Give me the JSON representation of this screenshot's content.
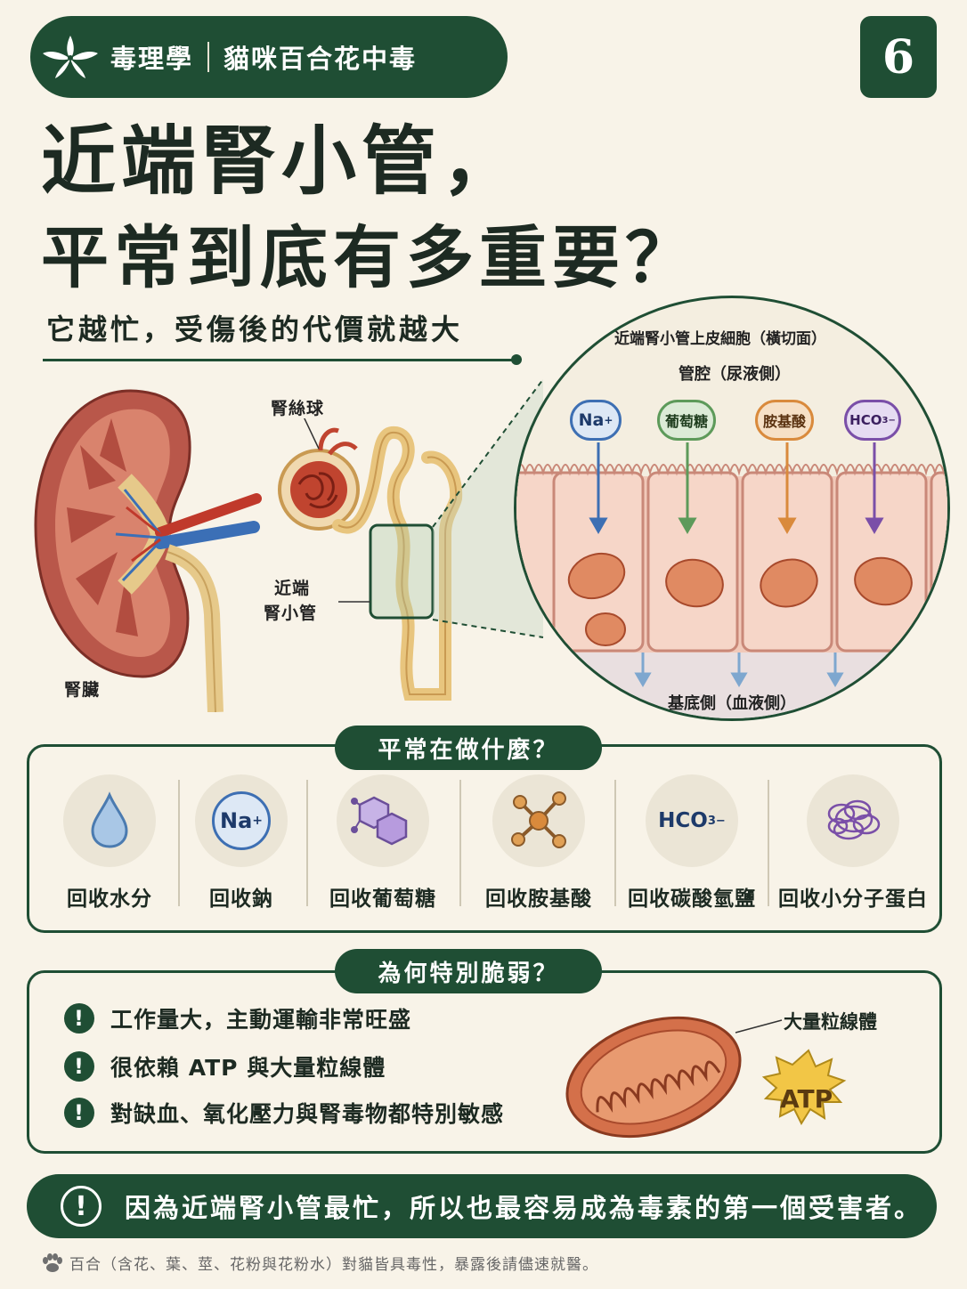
{
  "header": {
    "category": "毒理學",
    "topic": "貓咪百合花中毒",
    "page_number": "6"
  },
  "title": {
    "line1": "近端腎小管，",
    "line2": "平常到底有多重要？",
    "subtitle": "它越忙，受傷後的代價就越大"
  },
  "illustration": {
    "kidney_label": "腎臟",
    "glomerulus_label": "腎絲球",
    "proximal_tubule_label_1": "近端",
    "proximal_tubule_label_2": "腎小管"
  },
  "detail": {
    "title": "近端腎小管上皮細胞（橫切面）",
    "lumen_label": "管腔（尿液側）",
    "basal_label": "基底側（血液側）",
    "substances": [
      {
        "label": "Na",
        "sup": "+",
        "color": "#3d6fb3"
      },
      {
        "label": "葡萄糖",
        "color": "#5d9a5a"
      },
      {
        "label": "胺基酸",
        "color": "#d98a3c"
      },
      {
        "label": "HCO",
        "sub": "3",
        "sup": "−",
        "color": "#7a4fa8"
      }
    ]
  },
  "functions": {
    "heading": "平常在做什麼？",
    "items": [
      {
        "label": "回收水分",
        "icon": "water-drop-icon"
      },
      {
        "label": "回收鈉",
        "icon": "sodium-icon",
        "icon_text": "Na",
        "icon_sup": "+"
      },
      {
        "label": "回收葡萄糖",
        "icon": "glucose-molecule-icon"
      },
      {
        "label": "回收胺基酸",
        "icon": "amino-acid-molecule-icon"
      },
      {
        "label": "回收碳酸氫鹽",
        "icon": "bicarbonate-icon",
        "icon_text": "HCO",
        "icon_sub": "3",
        "icon_sup": "−"
      },
      {
        "label": "回收小分子蛋白",
        "icon": "protein-coil-icon"
      }
    ]
  },
  "vulnerability": {
    "heading": "為何特別脆弱？",
    "points": [
      "工作量大，主動運輸非常旺盛",
      "很依賴 ATP 與大量粒線體",
      "對缺血、氧化壓力與腎毒物都特別敏感"
    ],
    "mitochondria_label": "大量粒線體",
    "atp_label": "ATP"
  },
  "banner": {
    "text": "因為近端腎小管最忙，所以也最容易成為毒素的第一個受害者。"
  },
  "footer": {
    "text": "百合（含花、葉、莖、花粉與花粉水）對貓皆具毒性，暴露後請儘速就醫。"
  },
  "colors": {
    "primary_green": "#1f4e34",
    "background": "#f8f3e8"
  }
}
